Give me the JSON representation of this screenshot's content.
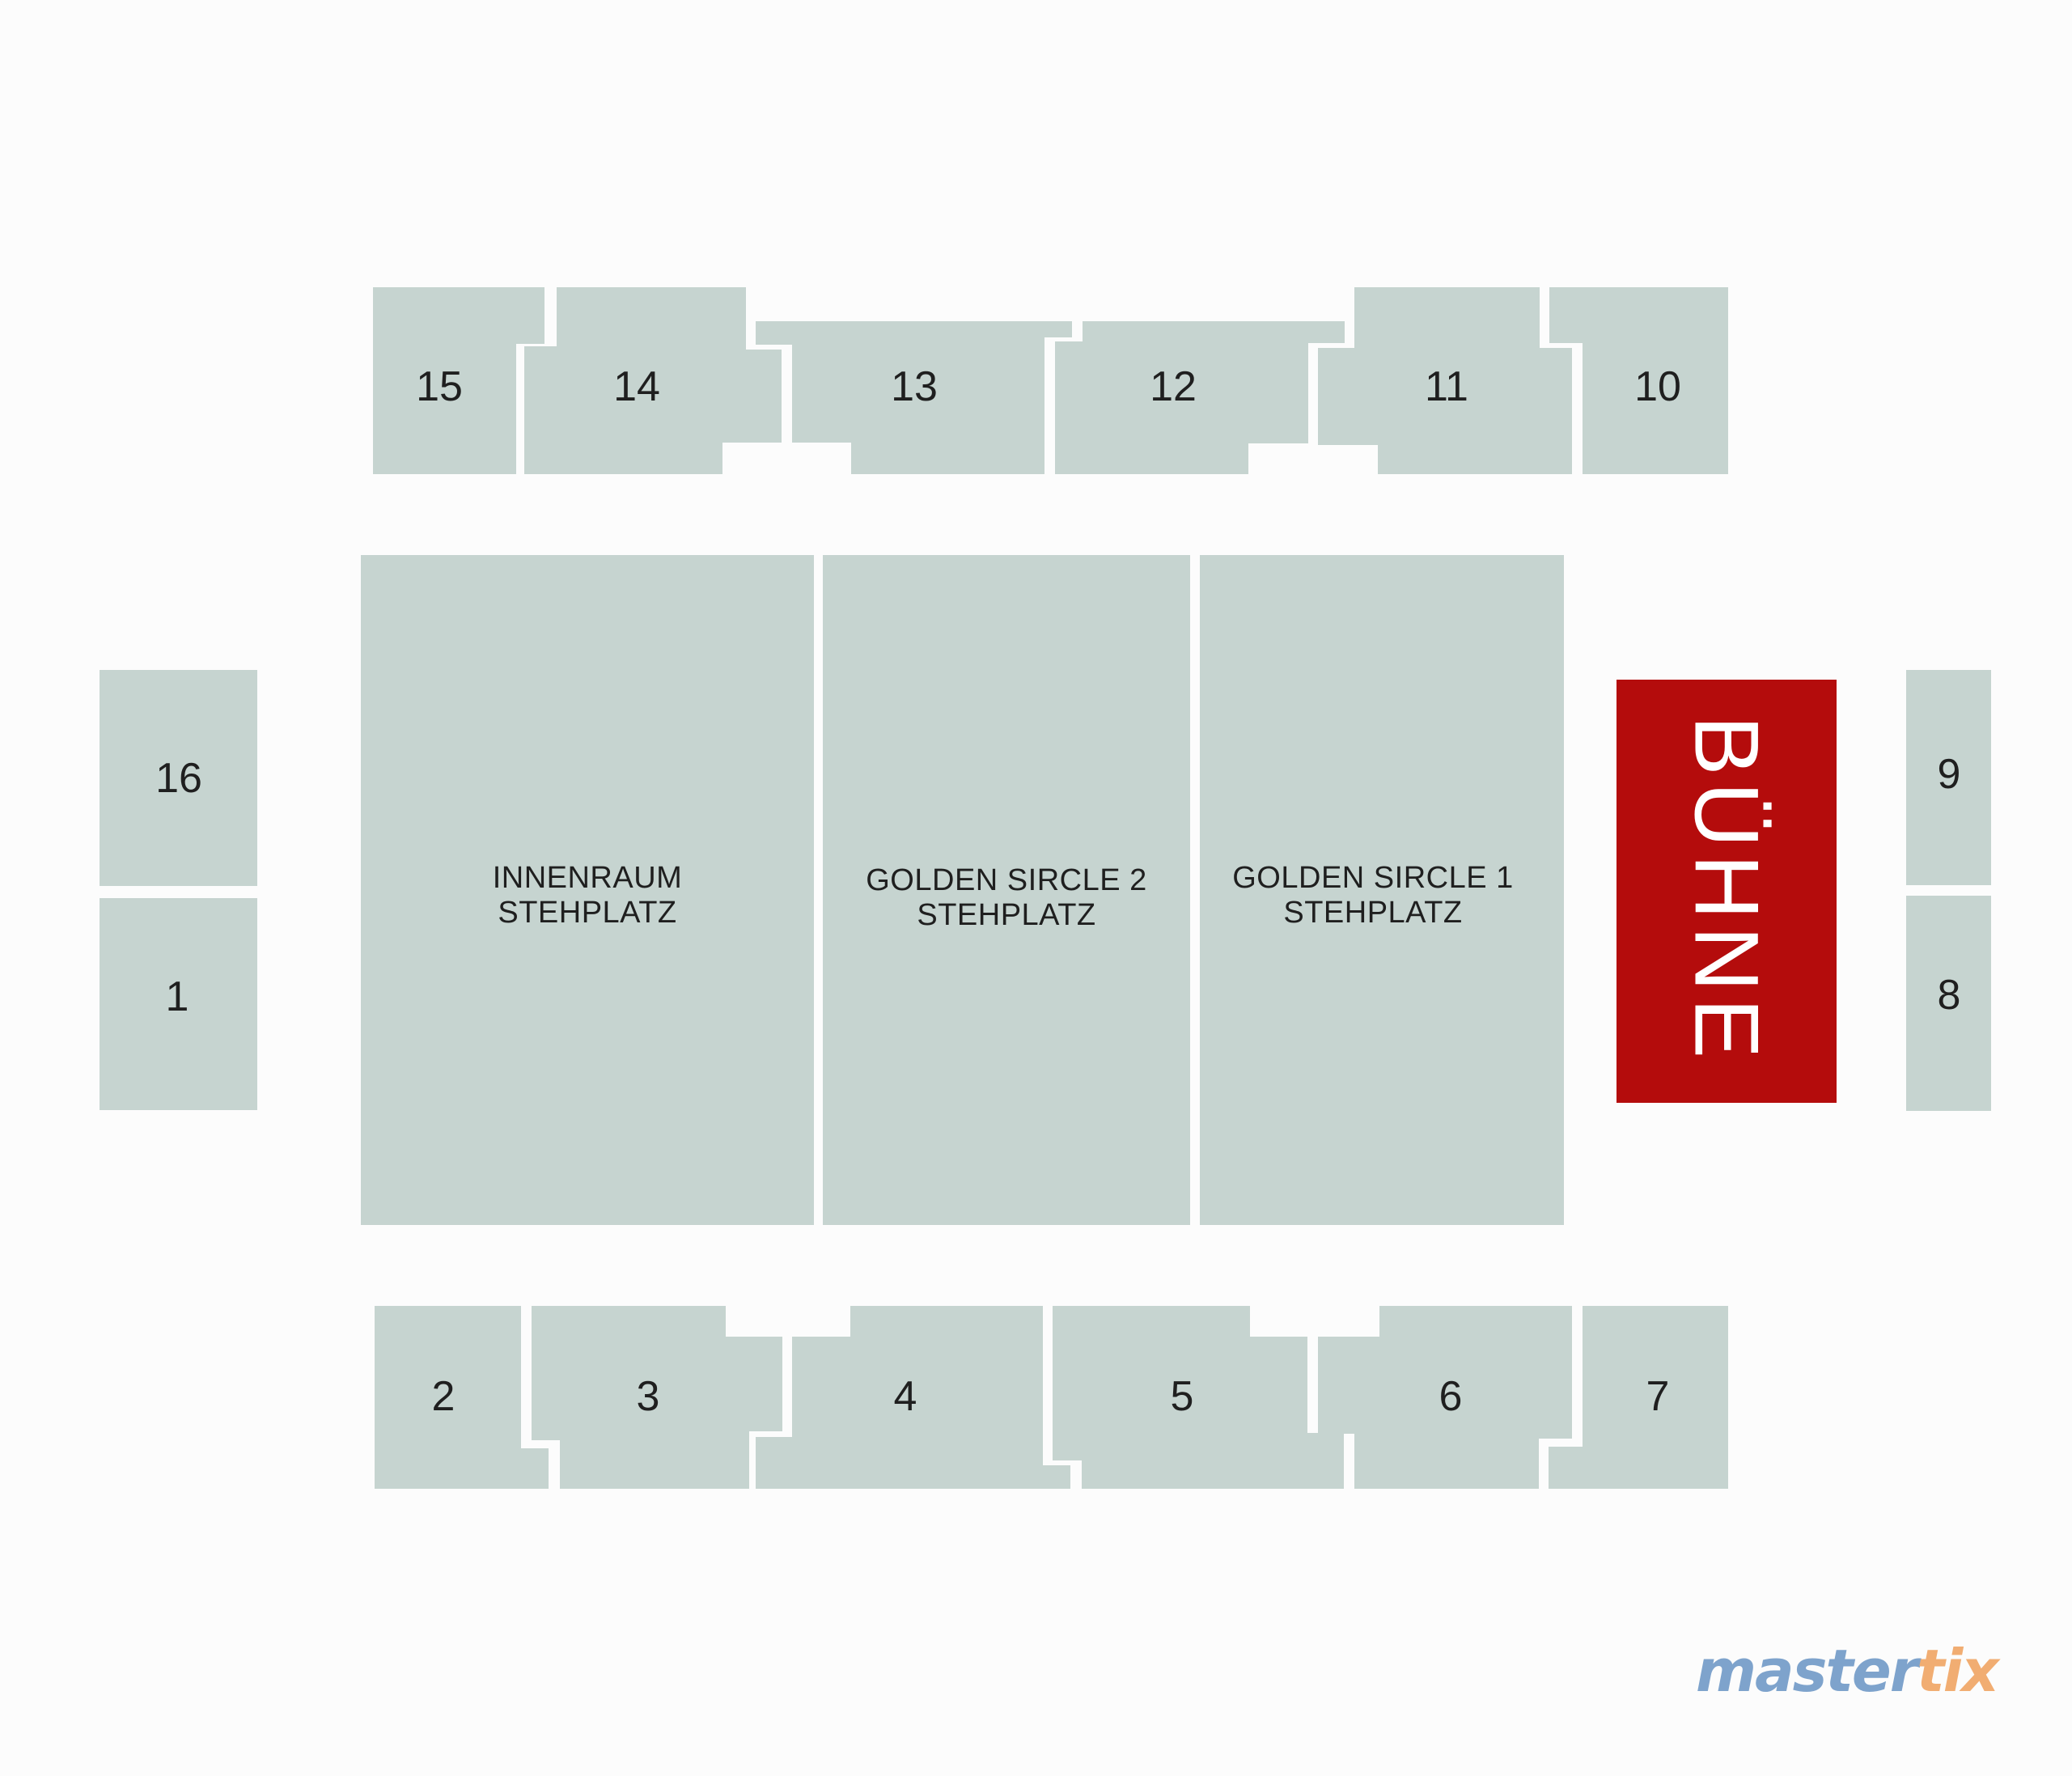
{
  "colors": {
    "background": "#fcfcfc",
    "block": "#c6d4d0",
    "stage": "#b40c0c",
    "text": "#1f1f1f",
    "logo_master": "#7ea3cc",
    "logo_tix": "#f1ad72"
  },
  "sections": {
    "s1": "1",
    "s2": "2",
    "s3": "3",
    "s4": "4",
    "s5": "5",
    "s6": "6",
    "s7": "7",
    "s8": "8",
    "s9": "9",
    "s10": "10",
    "s11": "11",
    "s12": "12",
    "s13": "13",
    "s14": "14",
    "s15": "15",
    "s16": "16"
  },
  "floor": {
    "innenraum": {
      "line1": "INNENRAUM",
      "line2": "STEHPLATZ"
    },
    "golden2": {
      "line1": "GOLDEN SIRCLE 2",
      "line2": "STEHPLATZ"
    },
    "golden1": {
      "line1": "GOLDEN SIRCLE 1",
      "line2": "STEHPLATZ"
    }
  },
  "stage": {
    "label": "BÜHNE"
  },
  "logo": {
    "part1": "master",
    "part2": "tix"
  }
}
